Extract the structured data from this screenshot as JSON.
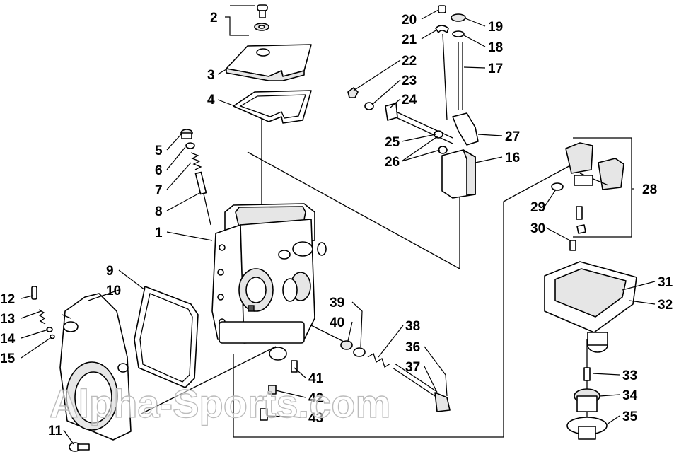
{
  "watermark": "Alpha-Sports.com",
  "callouts": [
    "1",
    "2",
    "3",
    "4",
    "5",
    "6",
    "7",
    "8",
    "9",
    "10",
    "11",
    "12",
    "13",
    "14",
    "15",
    "16",
    "17",
    "18",
    "19",
    "20",
    "21",
    "22",
    "23",
    "24",
    "25",
    "26",
    "27",
    "28",
    "29",
    "30",
    "31",
    "32",
    "33",
    "34",
    "35",
    "36",
    "37",
    "38",
    "39",
    "40",
    "41",
    "42",
    "43"
  ]
}
